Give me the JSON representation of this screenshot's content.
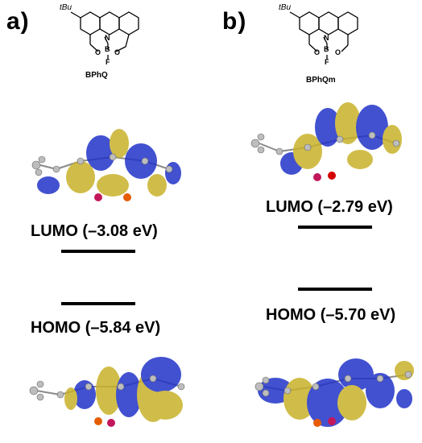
{
  "panels": [
    {
      "label": "a)",
      "compound": "BPhQ",
      "structure": {
        "substituent": "tBu",
        "atoms": [
          "N",
          "B",
          "O",
          "O",
          "F"
        ]
      },
      "lumo": {
        "text": "LUMO (–3.08 eV)",
        "energy_ev": -3.08
      },
      "homo": {
        "text": "HOMO (–5.84 eV)",
        "energy_ev": -5.84
      }
    },
    {
      "label": "b)",
      "compound": "BPhQm",
      "structure": {
        "substituent": "tBu",
        "atoms": [
          "N",
          "B",
          "O",
          "O",
          "F"
        ]
      },
      "lumo": {
        "text": "LUMO (–2.79 eV)",
        "energy_ev": -2.79
      },
      "homo": {
        "text": "HOMO (–5.70 eV)",
        "energy_ev": -5.7
      }
    }
  ],
  "colors": {
    "lobe_positive": "#2233c8",
    "lobe_negative": "#c8b22a",
    "bond": "#8a8a8a"
  }
}
